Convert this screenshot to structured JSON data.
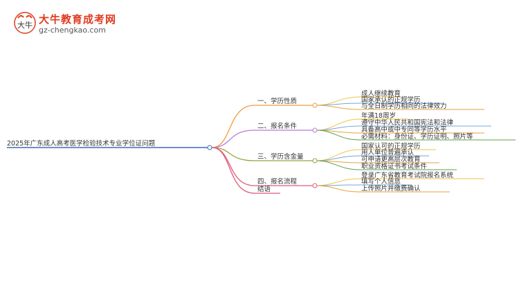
{
  "logo": {
    "title": "大牛教育成考网",
    "url": "gz-chengkao.com",
    "mark_text": "大牛"
  },
  "root": {
    "label": "2025年广东成人高考医学检验技术专业学位证问题"
  },
  "colors": {
    "branch1": "#f39a3b",
    "branch2": "#b57bd6",
    "branch3": "#9aa23a",
    "branch4": "#e05a7a",
    "root_line": "#3b6fb3",
    "leaf1": "#f0c24a",
    "leaf2": "#6fa8dc",
    "leaf3": "#e6a23c",
    "leaf4": "#5c9f4a"
  },
  "branches": [
    {
      "label": "一、学历性质",
      "children": [
        "成人继续教育",
        "国家承认的正规学历",
        "与全日制学历相同的法律效力"
      ]
    },
    {
      "label": "二、报名条件",
      "children": [
        "年满18周岁",
        "遵守中华人民共和国宪法和法律",
        "具备高中或中专同等学历水平",
        "必需材料：身份证、学历证明、照片等"
      ]
    },
    {
      "label": "三、学历含金量",
      "children": [
        "国家认可的正规学历",
        "用人单位普遍承认",
        "可申请更高层次教育",
        "职业资格证书考试条件"
      ]
    },
    {
      "label": "四、报名流程",
      "children": [
        "登录广东省教育考试院报名系统",
        "填写个人信息",
        "上传照片并缴费确认"
      ]
    },
    {
      "label": "结语",
      "children": []
    }
  ]
}
